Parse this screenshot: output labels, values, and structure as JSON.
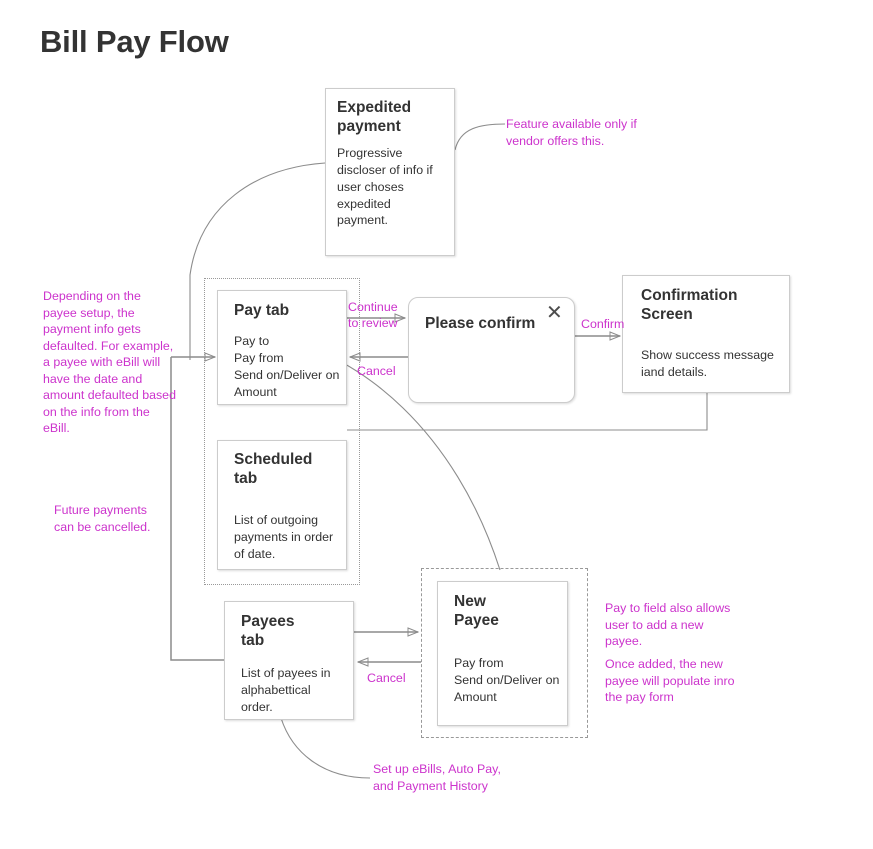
{
  "page": {
    "title": "Bill Pay Flow",
    "accent_color": "#cc33cc",
    "text_color": "#333333",
    "connector_color": "#8c8c8c",
    "box_border_color": "#cccccc"
  },
  "nodes": {
    "expedited_payment": {
      "title": "Expedited\npayment",
      "body": "Progressive\ndiscloser of info if\nuser choses\nexpedited\npayment."
    },
    "pay_tab": {
      "title": "Pay tab",
      "body": "Pay to\nPay from\nSend on/Deliver on\nAmount"
    },
    "scheduled_tab": {
      "title": "Scheduled\ntab",
      "body": "List of outgoing\npayments in order\nof date."
    },
    "payees_tab": {
      "title": "Payees\ntab",
      "body": "List of payees in\nalphabettical\norder."
    },
    "please_confirm": {
      "title": "Please confirm",
      "close_icon": "close-icon",
      "close_glyph": "✕"
    },
    "confirmation_screen": {
      "title": "Confirmation\nScreen",
      "body": "Show success message\niand details."
    },
    "new_payee": {
      "title": "New\nPayee",
      "body": "Pay from\nSend on/Deliver on\nAmount"
    }
  },
  "edge_labels": {
    "continue_to_review": "Continue\nto review",
    "cancel_top": "Cancel",
    "confirm": "Confirm",
    "cancel_bottom": "Cancel"
  },
  "notes": {
    "feature_available": "Feature available only if\nvendor offers this.",
    "payee_setup": "Depending on the\npayee setup, the\npayment info gets\ndefaulted. For example,\na payee with eBill will\nhave the date and\namount defaulted based\non the info from the\neBill.",
    "future_payments": "Future payments\ncan be cancelled.",
    "pay_to_field": "Pay to field also allows\nuser to add a new\npayee.",
    "once_added": "Once added, the new\npayee will populate inro\nthe pay form",
    "set_up_ebills": "Set up eBills, Auto Pay,\nand Payment History"
  }
}
